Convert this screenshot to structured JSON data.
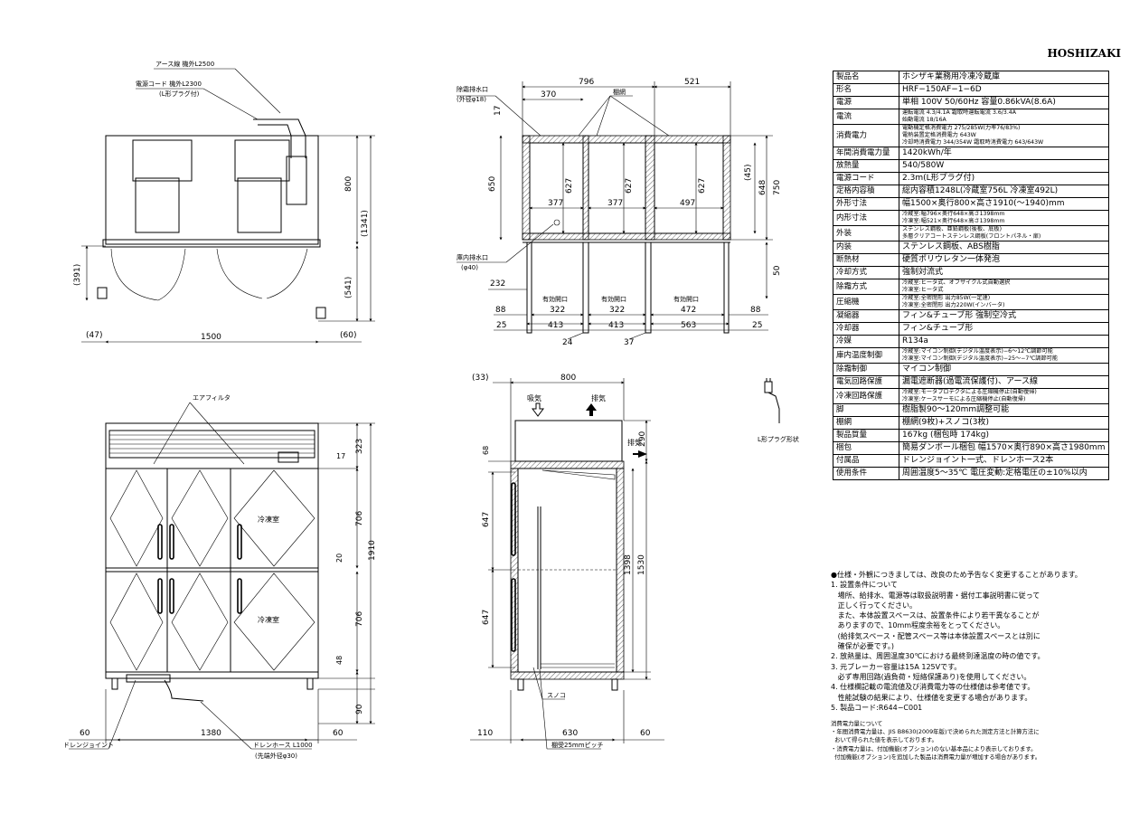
{
  "brand": "HOSHIZAKI",
  "spec_table": [
    {
      "label": "製品名",
      "lines": [
        "ホシザキ業務用冷凍冷蔵庫"
      ]
    },
    {
      "label": "形名",
      "lines": [
        "HRF−150AF−1−6D"
      ]
    },
    {
      "label": "電源",
      "lines": [
        "単相 100V 50/60Hz 容量0.86kVA(8.6A)"
      ]
    },
    {
      "label": "電流",
      "small": true,
      "lines": [
        "運転電流 4.3/4.1A 霜取時運転電流 3.6/3.4A",
        "始動電流 18/16A"
      ]
    },
    {
      "label": "消費電力",
      "small": true,
      "lines": [
        "電動機定格消費電力 275/285W(力率76/83%)",
        "電熱装置定格消費電力 643W",
        "冷却時消費電力 344/354W 霜取時消費電力 643/643W"
      ]
    },
    {
      "label": "年間消費電力量",
      "lines": [
        "1420kWh/年"
      ]
    },
    {
      "label": "放熱量",
      "lines": [
        "540/580W"
      ]
    },
    {
      "label": "電源コード",
      "lines": [
        "2.3m(L形プラグ付)"
      ]
    },
    {
      "label": "定格内容積",
      "lines": [
        "総内容積1248L(冷蔵室756L 冷凍室492L)"
      ]
    },
    {
      "label": "外形寸法",
      "lines": [
        "幅1500×奥行800×高さ1910(〜1940)mm"
      ]
    },
    {
      "label": "内形寸法",
      "small": true,
      "lines": [
        "冷蔵室:幅796×奥行648×高さ1398mm",
        "冷凍室:幅521×奥行648×高さ1398mm"
      ]
    },
    {
      "label": "外装",
      "small": true,
      "lines": [
        "ステンレス鋼板、亜鉛鋼板(後板、底板)",
        "多層クリアコートステンレス鋼板(フロントパネル・扉)"
      ]
    },
    {
      "label": "内装",
      "lines": [
        "ステンレス鋼板、ABS樹脂"
      ]
    },
    {
      "label": "断熱材",
      "lines": [
        "硬質ポリウレタン一体発泡"
      ]
    },
    {
      "label": "冷却方式",
      "lines": [
        "強制対流式"
      ]
    },
    {
      "label": "除霜方式",
      "small": true,
      "lines": [
        "冷蔵室:ヒータ式、オフサイクル式自動選択",
        "冷凍室:ヒータ式"
      ]
    },
    {
      "label": "圧縮機",
      "small": true,
      "lines": [
        "冷蔵室:全密閉形 出力85W(一定速)",
        "冷凍室:全密閉形 出力220W(インバータ)"
      ]
    },
    {
      "label": "凝縮器",
      "lines": [
        "フィン&チューブ形 強制空冷式"
      ]
    },
    {
      "label": "冷却器",
      "lines": [
        "フィン&チューブ形"
      ]
    },
    {
      "label": "冷媒",
      "lines": [
        "R134a"
      ]
    },
    {
      "label": "庫内温度制御",
      "small": true,
      "lines": [
        "冷蔵室:マイコン制御(デジタル温度表示)−6〜12℃調節可能",
        "冷凍室:マイコン制御(デジタル温度表示)−25〜−7℃調節可能"
      ]
    },
    {
      "label": "除霜制御",
      "lines": [
        "マイコン制御"
      ]
    },
    {
      "label": "電気回路保護",
      "lines": [
        "漏電遮断器(過電流保護付)、アース線"
      ]
    },
    {
      "label": "冷凍回路保護",
      "small": true,
      "lines": [
        "冷蔵室:モータプロテクタによる圧縮機停止(自動復帰)",
        "冷凍室:ケースサーモによる圧縮機停止(自動復帰)"
      ]
    },
    {
      "label": "脚",
      "lines": [
        "樹脂製90〜120mm調整可能"
      ]
    },
    {
      "label": "棚網",
      "lines": [
        "棚網(9枚)+スノコ(3枚)"
      ]
    },
    {
      "label": "製品質量",
      "lines": [
        "167kg (梱包時 174kg)"
      ]
    },
    {
      "label": "梱包",
      "lines": [
        "簡易ダンボール梱包 幅1570×奥行890×高さ1980mm"
      ]
    },
    {
      "label": "付属品",
      "lines": [
        "ドレンジョイント一式、ドレンホース2本"
      ]
    },
    {
      "label": "使用条件",
      "lines": [
        "周囲温度5〜35℃ 電圧変動:定格電圧の±10%以内"
      ]
    }
  ],
  "notes": [
    "●仕様・外観につきましては、改良のため予告なく変更することがあります。",
    "1. 設置条件について",
    "   場所、給排水、電源等は取扱説明書・据付工事説明書に従って",
    "   正しく行ってください。",
    "   また、本体設置スペースは、設置条件により若干異なることが",
    "   ありますので、10mm程度余裕をとってください。",
    "   (給排気スペース・配管スペース等は本体設置スペースとは別に",
    "   確保が必要です。)",
    "2. 放熱量は、周囲温度30℃における最終到達温度の時の値です。",
    "3. 元ブレーカー容量は15A 125Vです。",
    "   必ず専用回路(過負荷・短絡保護あり)を使用してください。",
    "4. 仕様欄記載の電流値及び消費電力等の仕様値は参考値です。",
    "   性能試験の結果により、仕様値を変更する場合があります。",
    "5. 製品コード:R644−C001"
  ],
  "notes2": [
    "消費電力量について",
    "・年間消費電力量は、JIS B8630(2009年版)で決められた測定方法と計算方法に",
    "  おいて得られた値を表示しております。",
    "・消費電力量は、付加機能(オプション)のない基本品により表示しております。",
    "  付加機能(オプション)を追加した製品は消費電力量が増加する場合があります。"
  ],
  "labels": {
    "earth_wire": "アース線 機外L2500",
    "power_cord": "電源コード 機外L2300",
    "l_plug": "(L形プラグ付)",
    "air_filter": "エアフィルタ",
    "freezer1": "冷凍室",
    "freezer2": "冷凍室",
    "drain_joint": "ドレンジョイント",
    "drain_hose": "ドレンホース L1000",
    "drain_hose_dia": "(先端外径φ30)",
    "drain_outlet_top": "除霜排水口",
    "drain_outlet_top_dia": "(外径φ18)",
    "shelf_net": "棚網",
    "drain_outlet_in": "庫内排水口",
    "drain_outlet_in_dia": "(φ40)",
    "opening1": "有効開口",
    "opening2": "有効開口",
    "opening3": "有効開口",
    "intake": "吸気",
    "exhaust1": "排気",
    "exhaust2": "排気",
    "sunoko": "スノコ",
    "shelf_pitch": "棚受25mmピッチ",
    "l_plug_shape": "L形プラグ形状"
  },
  "dims": {
    "d800": "800",
    "d1341": "(1341)",
    "d391": "(391)",
    "d541": "(541)",
    "d47": "(47)",
    "d1500": "1500",
    "d60r": "(60)",
    "t796": "796",
    "t521": "521",
    "t370": "370",
    "t17": "17",
    "t650": "650",
    "t627a": "627",
    "t627b": "627",
    "t627c": "627",
    "t377a": "377",
    "t377b": "377",
    "t497": "497",
    "t45": "(45)",
    "t648": "648",
    "t750": "750",
    "t50": "50",
    "t232": "232",
    "t88l": "88",
    "t322a": "322",
    "t322b": "322",
    "t472": "472",
    "t88r": "88",
    "t25l": "25",
    "t413a": "413",
    "t413b": "413",
    "t563": "563",
    "t25r": "25",
    "t24": "24",
    "t37": "37",
    "f323": "323",
    "f17": "17",
    "f706a": "706",
    "f20": "20",
    "f1910": "1910",
    "f706b": "706",
    "f48": "48",
    "f90": "90",
    "f60l": "60",
    "f1380": "1380",
    "f60r": "60",
    "s33": "(33)",
    "s800": "800",
    "s290": "290",
    "s68": "68",
    "s647a": "647",
    "s647b": "647",
    "s1398": "1398",
    "s1530": "1530",
    "s110": "110",
    "s630": "630",
    "s60": "60"
  }
}
